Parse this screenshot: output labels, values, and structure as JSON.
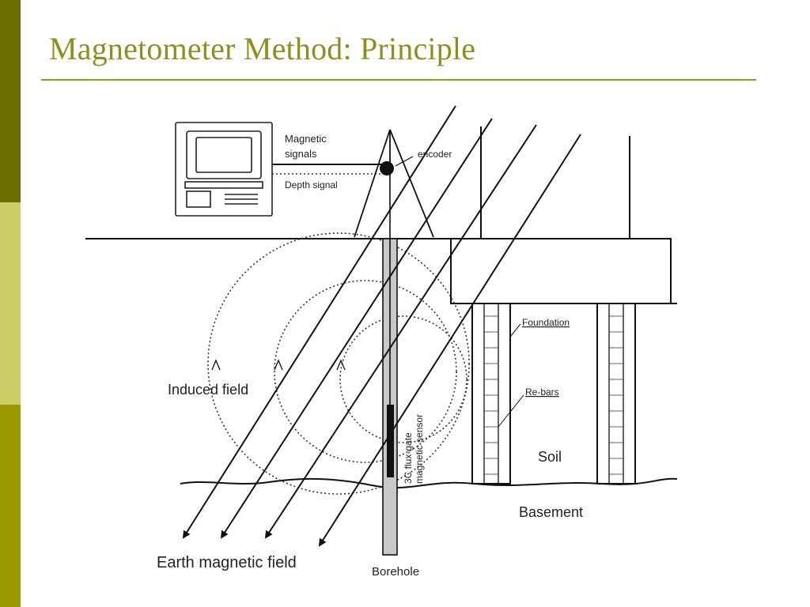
{
  "slide": {
    "title": "Magnetometer Method: Principle"
  },
  "diagram": {
    "labels": {
      "magnetic_signals_line1": "Magnetic",
      "magnetic_signals_line2": "signals",
      "encoder": "encoder",
      "depth_signal": "Depth signal",
      "foundation": "Foundation",
      "re_bars": "Re-bars",
      "induced_field": "Induced field",
      "sensor_line1": "3C flux-gate",
      "sensor_line2": "magnetic sensor",
      "soil": "Soil",
      "basement": "Basement",
      "earth_field": "Earth magnetic field",
      "borehole": "Borehole"
    },
    "colors": {
      "band_top": "#6b6b00",
      "band_mid": "#cccc66",
      "band_bottom": "#999900",
      "title": "#8f8f1f",
      "rule": "#9a9a1a",
      "borehole_fill": "#c8c8c8"
    }
  }
}
